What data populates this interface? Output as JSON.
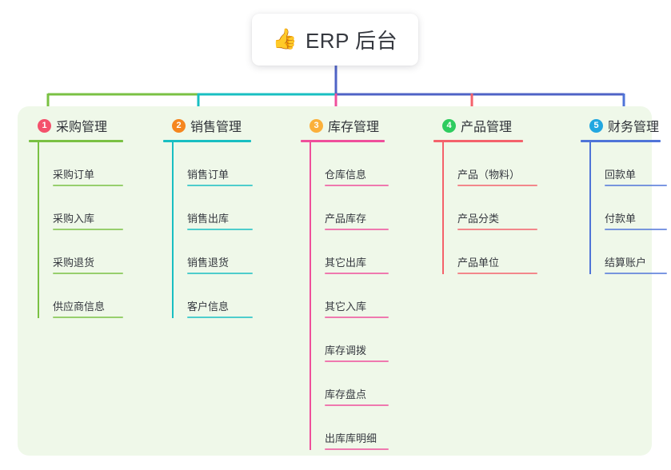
{
  "root": {
    "icon": "thumbs-up-icon",
    "emoji": "👍",
    "label": "ERP 后台"
  },
  "theme": {
    "page_background": "#ffffff",
    "panel_background": "#eff8e9",
    "card_background": "#ffffff",
    "text_color": "#35383f"
  },
  "columns": [
    {
      "index": "1",
      "label": "采购管理",
      "badge_color": "#f4516c",
      "line_color": "#7ac143",
      "items": [
        {
          "label": "采购订单"
        },
        {
          "label": "采购入库"
        },
        {
          "label": "采购退货"
        },
        {
          "label": "供应商信息"
        }
      ]
    },
    {
      "index": "2",
      "label": "销售管理",
      "badge_color": "#f5861f",
      "line_color": "#18bfc2",
      "items": [
        {
          "label": "销售订单"
        },
        {
          "label": "销售出库"
        },
        {
          "label": "销售退货"
        },
        {
          "label": "客户信息"
        }
      ]
    },
    {
      "index": "3",
      "label": "库存管理",
      "badge_color": "#fbb03b",
      "line_color": "#ef4f9b",
      "items": [
        {
          "label": "仓库信息"
        },
        {
          "label": "产品库存"
        },
        {
          "label": "其它出库"
        },
        {
          "label": "其它入库"
        },
        {
          "label": "库存调拨"
        },
        {
          "label": "库存盘点"
        },
        {
          "label": "出库库明细"
        }
      ]
    },
    {
      "index": "4",
      "label": "产品管理",
      "badge_color": "#2ecc5f",
      "line_color": "#f4626b",
      "items": [
        {
          "label": "产品（物料）"
        },
        {
          "label": "产品分类"
        },
        {
          "label": "产品单位"
        }
      ]
    },
    {
      "index": "5",
      "label": "财务管理",
      "badge_color": "#22a7e0",
      "line_color": "#4f74d8",
      "items": [
        {
          "label": "回款单"
        },
        {
          "label": "付款单"
        },
        {
          "label": "结算账户"
        }
      ]
    }
  ],
  "connectors": {
    "trunk_color": "#4f63c6",
    "bus_segments": [
      {
        "color": "#7ac143"
      },
      {
        "color": "#18bfc2"
      },
      {
        "color": "#4f63c6"
      }
    ]
  }
}
